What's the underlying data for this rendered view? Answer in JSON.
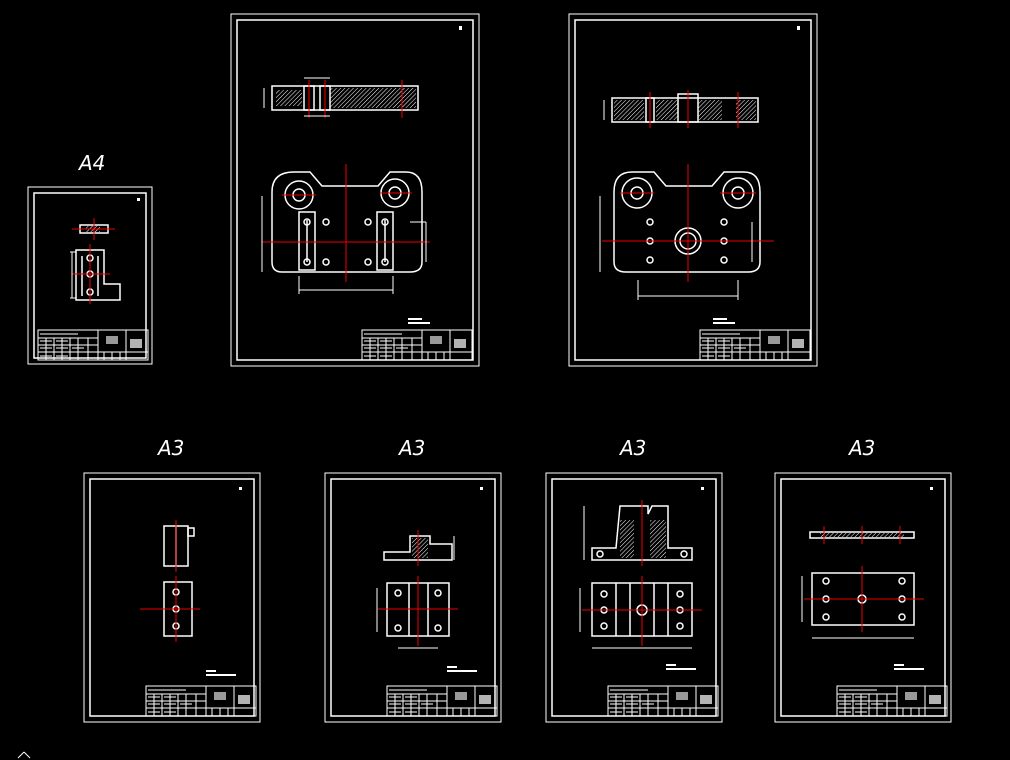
{
  "sheet_labels": {
    "s1": "A4",
    "s4": "A3",
    "s5": "A3",
    "s6": "A3",
    "s7": "A3"
  },
  "colors": {
    "background": "#000000",
    "lines": "#ffffff",
    "centerlines": "#e00000"
  }
}
